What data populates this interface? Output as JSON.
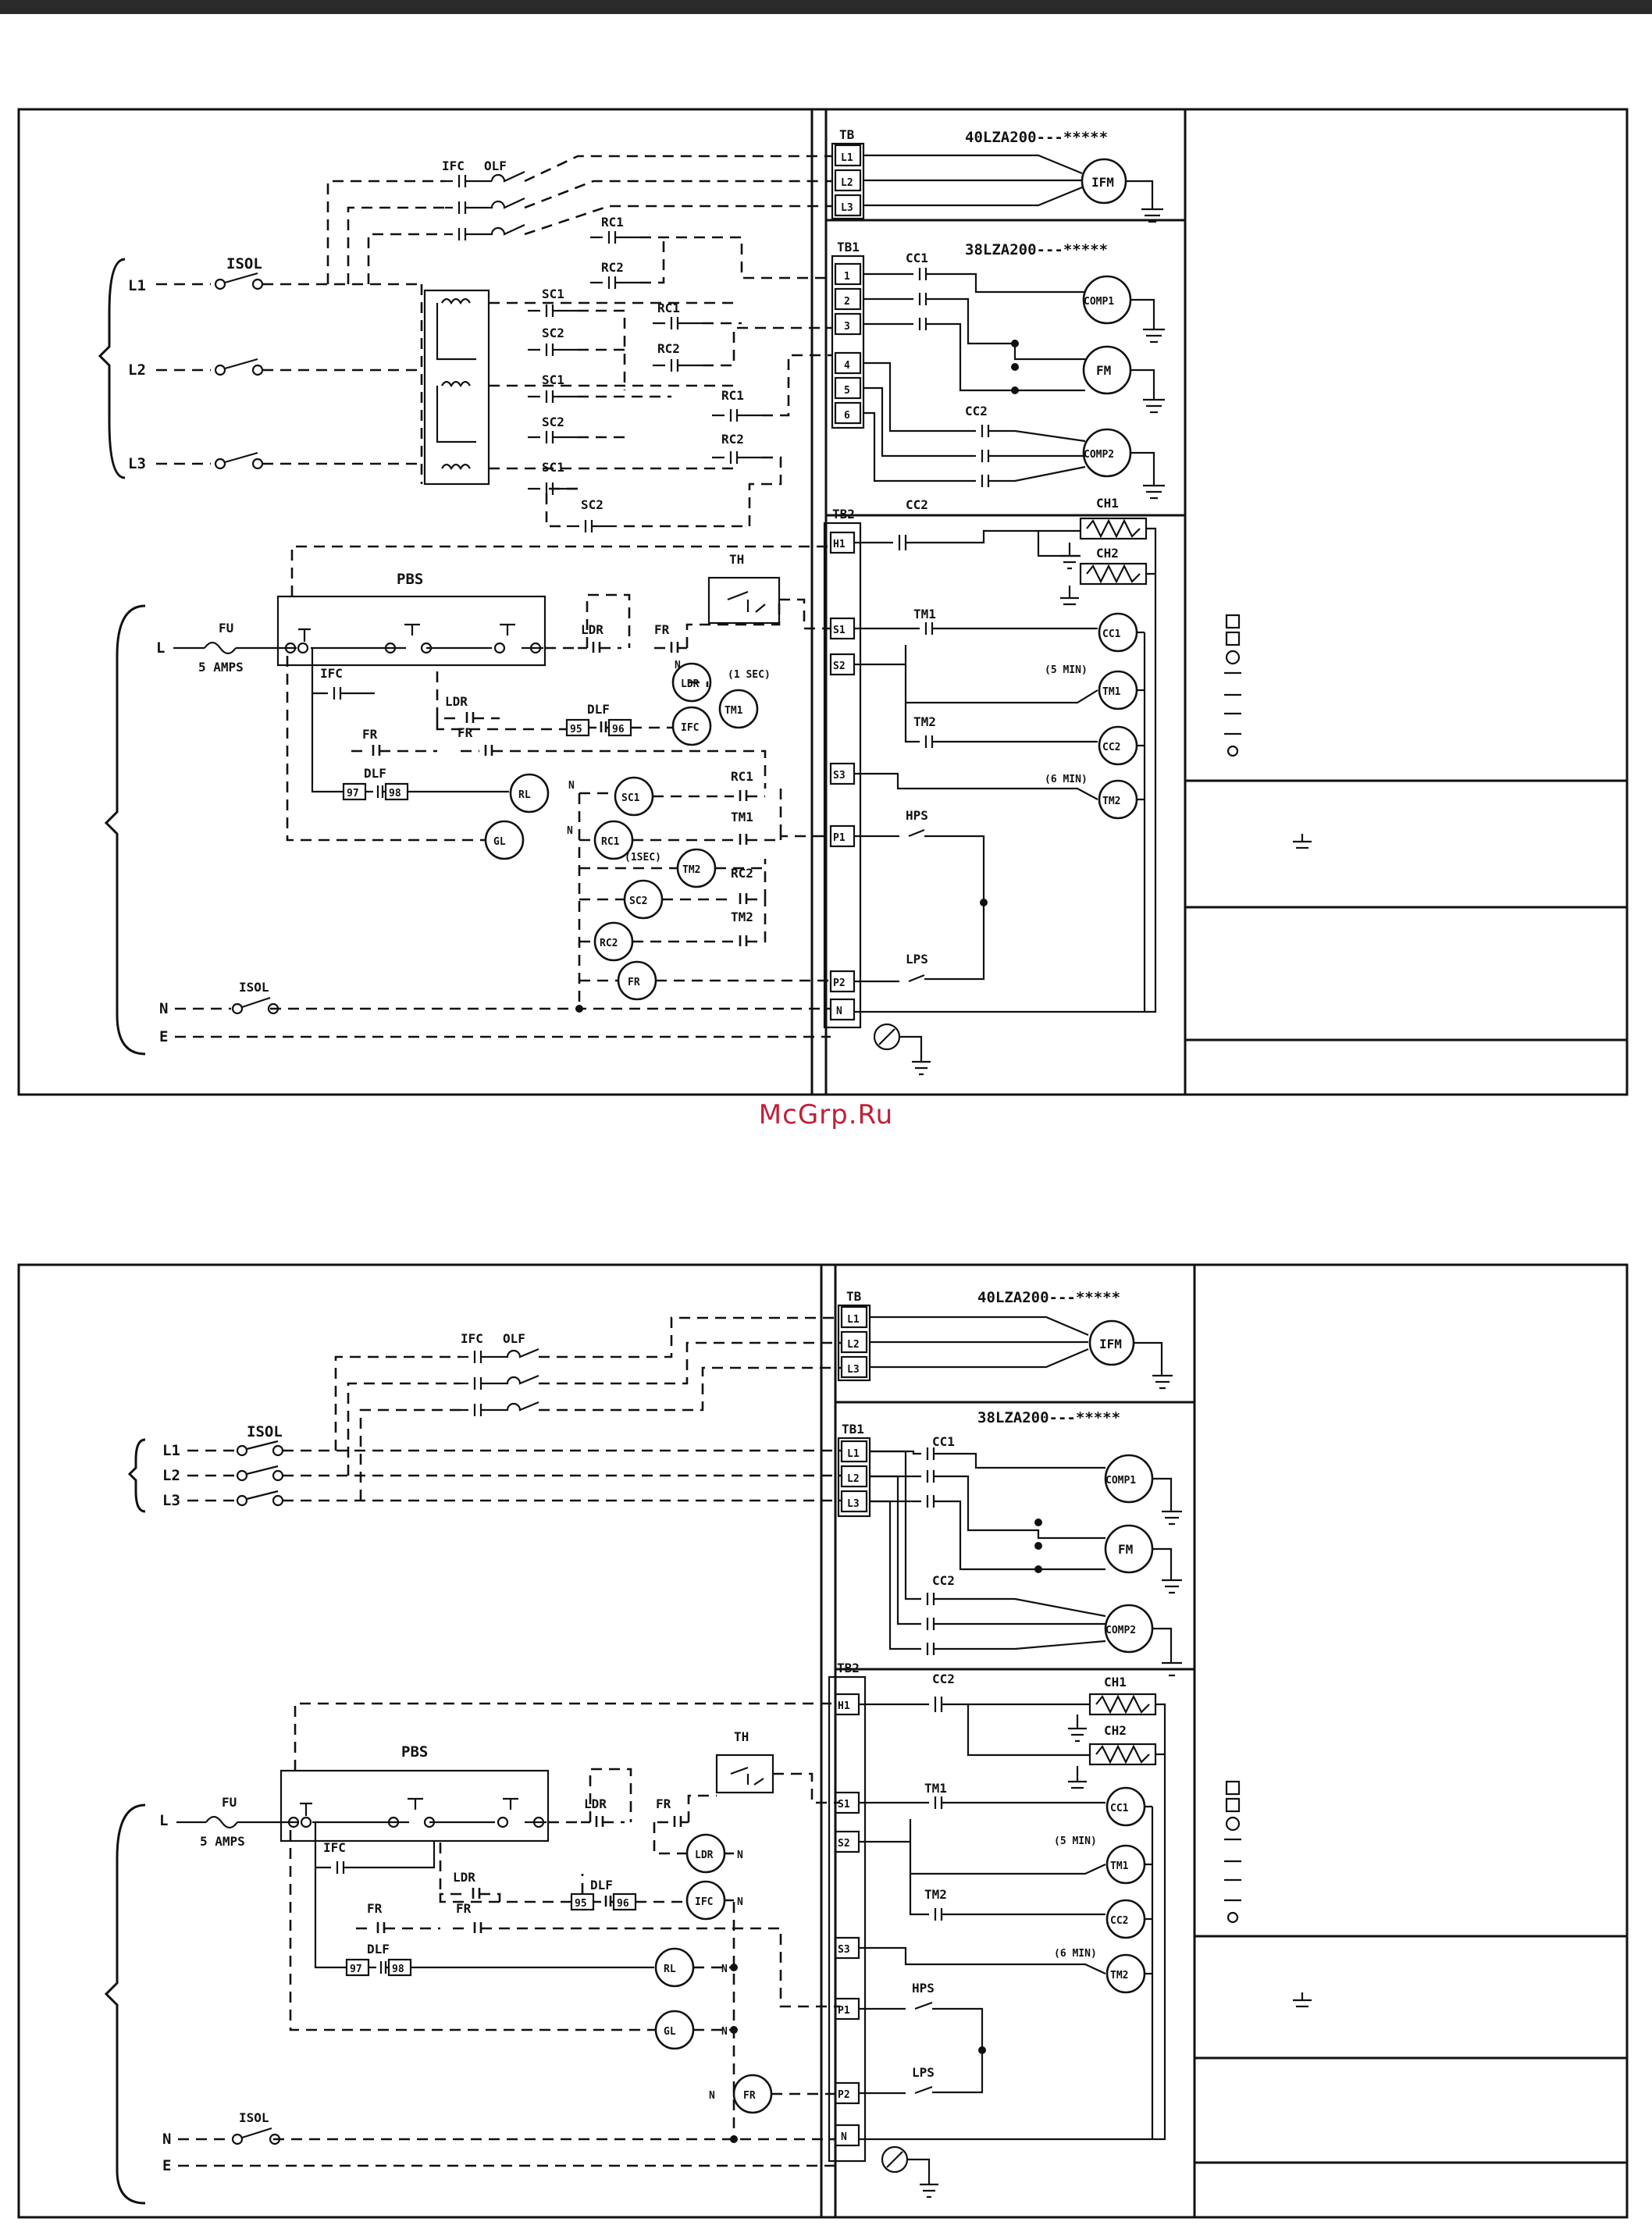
{
  "watermark": "McGrp.Ru",
  "diagrams": [
    {
      "indoor_model": "40LZA200---*****",
      "outdoor_model": "38LZA200---*****",
      "tb_label": "TB",
      "tb_terms": [
        "L1",
        "L2",
        "L3"
      ],
      "tb1_label": "TB1",
      "tb1_terms": [
        "1",
        "2",
        "3",
        "4",
        "5",
        "6"
      ],
      "tb2_label": "TB2",
      "tb2_terms": [
        "H1",
        "S1",
        "S2",
        "S3",
        "P1",
        "P2",
        "N"
      ],
      "supply": [
        "L1",
        "L2",
        "L3",
        "L",
        "N",
        "E"
      ],
      "labels": {
        "isol": "ISOL",
        "ifc": "IFC",
        "olf": "OLF",
        "pbs": "PBS",
        "fu": "FU",
        "amps": "5 AMPS",
        "ldr": "LDR",
        "fr": "FR",
        "th": "TH",
        "dlf": "DLF",
        "rl": "RL",
        "gl": "GL",
        "sc1": "SC1",
        "sc2": "SC2",
        "rc1": "RC1",
        "rc2": "RC2",
        "tm1": "TM1",
        "tm2": "TM2",
        "cc1": "CC1",
        "cc2": "CC2",
        "ch1": "CH1",
        "ch2": "CH2",
        "hps": "HPS",
        "lps": "LPS",
        "ifm": "IFM",
        "fm": "FM",
        "comp1": "COMP1",
        "comp2": "COMP2",
        "t5": "(5 MIN)",
        "t6": "(6 MIN)",
        "t1s": "(1 SEC)",
        "t1s2": "(1SEC)",
        "n": "N",
        "n95": "95",
        "n96": "96",
        "n97": "97",
        "n98": "98"
      }
    },
    {
      "indoor_model": "40LZA200---*****",
      "outdoor_model": "38LZA200---*****",
      "tb_label": "TB",
      "tb_terms": [
        "L1",
        "L2",
        "L3"
      ],
      "tb1_label": "TB1",
      "tb1_terms": [
        "L1",
        "L2",
        "L3"
      ],
      "tb2_label": "TB2",
      "tb2_terms": [
        "H1",
        "S1",
        "S2",
        "S3",
        "P1",
        "P2",
        "N"
      ],
      "supply": [
        "L1",
        "L2",
        "L3",
        "L",
        "N",
        "E"
      ],
      "labels": {
        "isol": "ISOL",
        "ifc": "IFC",
        "olf": "OLF",
        "pbs": "PBS",
        "fu": "FU",
        "amps": "5 AMPS",
        "ldr": "LDR",
        "fr": "FR",
        "th": "TH",
        "dlf": "DLF",
        "rl": "RL",
        "gl": "GL",
        "tm1": "TM1",
        "tm2": "TM2",
        "cc1": "CC1",
        "cc2": "CC2",
        "ch1": "CH1",
        "ch2": "CH2",
        "hps": "HPS",
        "lps": "LPS",
        "ifm": "IFM",
        "fm": "FM",
        "comp1": "COMP1",
        "comp2": "COMP2",
        "t5": "(5 MIN)",
        "t6": "(6 MIN)",
        "n": "N",
        "n95": "95",
        "n96": "96",
        "n97": "97",
        "n98": "98"
      }
    }
  ]
}
